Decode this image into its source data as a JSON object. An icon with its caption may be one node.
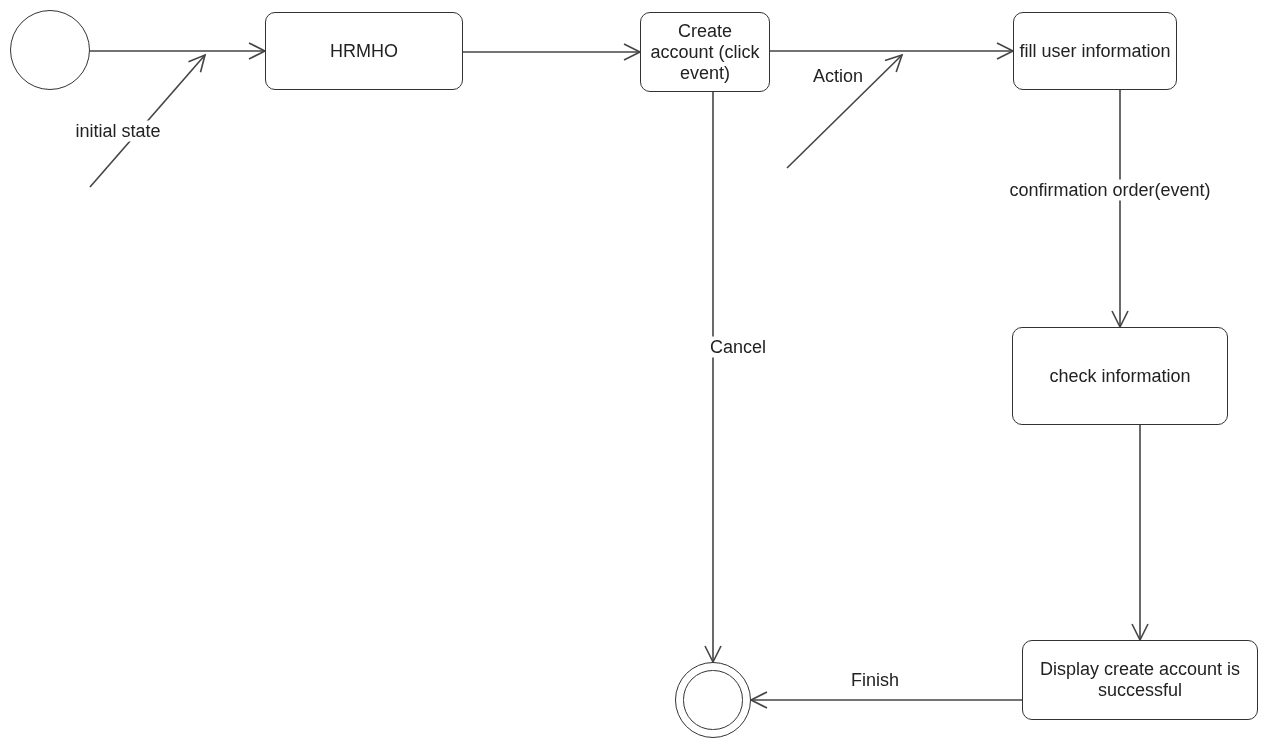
{
  "diagram": {
    "nodes": [
      {
        "text": [],
        "shape": "circle"
      },
      {
        "text": [
          "HRMHO"
        ]
      },
      {
        "text": [
          "Create account (click event)"
        ]
      },
      {
        "text": [
          "fill user information"
        ]
      },
      {
        "text": [
          "check information"
        ]
      },
      {
        "text": [
          "Display create account is successful"
        ]
      },
      {
        "text": [],
        "shape": "circle"
      }
    ],
    "edges": [
      {
        "from": 0,
        "to": 1,
        "arrow": "to",
        "label": "initial state"
      },
      {
        "from": 1,
        "to": 2,
        "arrow": "to"
      },
      {
        "from": 2,
        "to": 3,
        "arrow": "to",
        "label": "Action"
      },
      {
        "from": 3,
        "to": 4,
        "arrow": "to",
        "label": "confirmation order(event)"
      },
      {
        "from": 2,
        "to": 6,
        "arrow": "to",
        "label": "Cancel"
      },
      {
        "from": 4,
        "to": 5,
        "arrow": "to"
      },
      {
        "from": 5,
        "to": 6,
        "arrow": "to",
        "label": "Finish"
      }
    ]
  }
}
